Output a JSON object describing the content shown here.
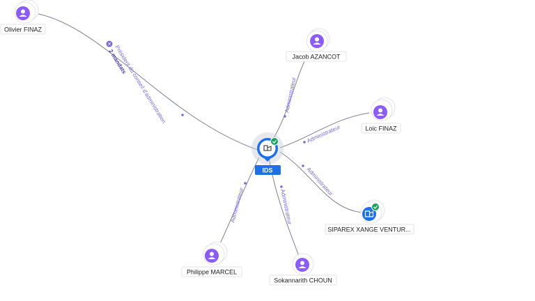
{
  "center": {
    "label": "IDS",
    "icon": "building-icon",
    "verified": true,
    "color": "#1f6fe5"
  },
  "people": [
    {
      "label": "Olivier FINAZ",
      "icon": "person-icon"
    },
    {
      "label": "Jacob AZANCOT",
      "icon": "person-icon"
    },
    {
      "label": "Loic FINAZ",
      "icon": "person-icon"
    },
    {
      "label": "Philippe MARCEL",
      "icon": "person-icon"
    },
    {
      "label": "Sokannarith CHOUN",
      "icon": "person-icon"
    }
  ],
  "companies": [
    {
      "label": "SIPAREX XANGE VENTUR...",
      "icon": "building-icon",
      "verified": true
    }
  ],
  "edges": [
    {
      "label": "Président du conseil d'administration",
      "sublabel": "2 mandats"
    },
    {
      "label": "Administrateur"
    },
    {
      "label": "Administrateur"
    },
    {
      "label": "Administrateur"
    },
    {
      "label": "Administrateur"
    },
    {
      "label": "Administrateur"
    }
  ],
  "colors": {
    "person": "#8b5cf6",
    "edge": "#7e7f94",
    "edge_text": "#7a6bd6",
    "verified": "#1aa35a"
  }
}
